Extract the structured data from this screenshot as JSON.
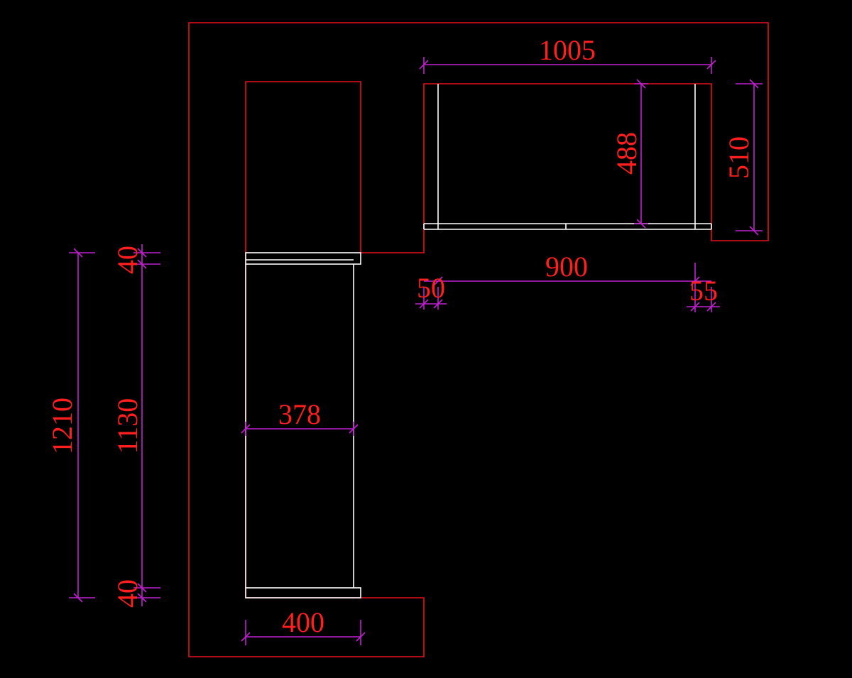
{
  "colors": {
    "background": "#000000",
    "outline": "#e8101a",
    "panel": "#ffffff",
    "dimension_line": "#c020d0",
    "dimension_text": "#ff1f1f"
  },
  "dimensions": {
    "top_cabinet_width": "1005",
    "top_cabinet_inner_depth": "488",
    "top_cabinet_depth": "510",
    "top_cabinet_inner_width": "900",
    "top_left_side": "50",
    "top_right_side": "55",
    "tall_cabinet_total_height": "1210",
    "tall_cabinet_inner_height": "1130",
    "tall_cabinet_top_panel": "40",
    "tall_cabinet_bottom_panel": "40",
    "tall_cabinet_inner_width": "378",
    "tall_cabinet_width": "400"
  }
}
